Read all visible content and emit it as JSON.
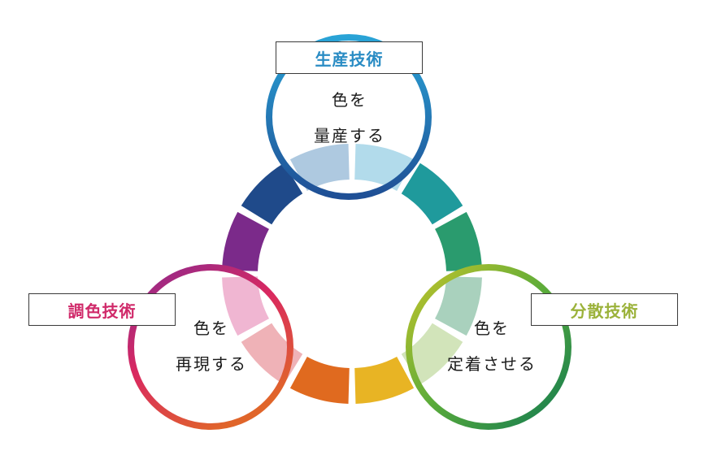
{
  "colors": {
    "ring_segments": [
      "#b2dbeb",
      "#1f9a9c",
      "#2a9b6e",
      "#a9d1bd",
      "#d2e4ba",
      "#e8b424",
      "#e06a1f",
      "#efb2b7",
      "#f0b6d2",
      "#7b2a8a",
      "#1f4a8a",
      "#aec9e0"
    ],
    "production": "#2a8cc4",
    "dispersion": "#9bb23a",
    "toning": "#d02a6a"
  },
  "nodes": {
    "production": {
      "title": "生産技術",
      "line1": "色を",
      "line2": "量産する"
    },
    "dispersion": {
      "title": "分散技術",
      "line1": "色を",
      "line2": "定着させる"
    },
    "toning": {
      "title": "調色技術",
      "line1": "色を",
      "line2": "再現する"
    }
  }
}
